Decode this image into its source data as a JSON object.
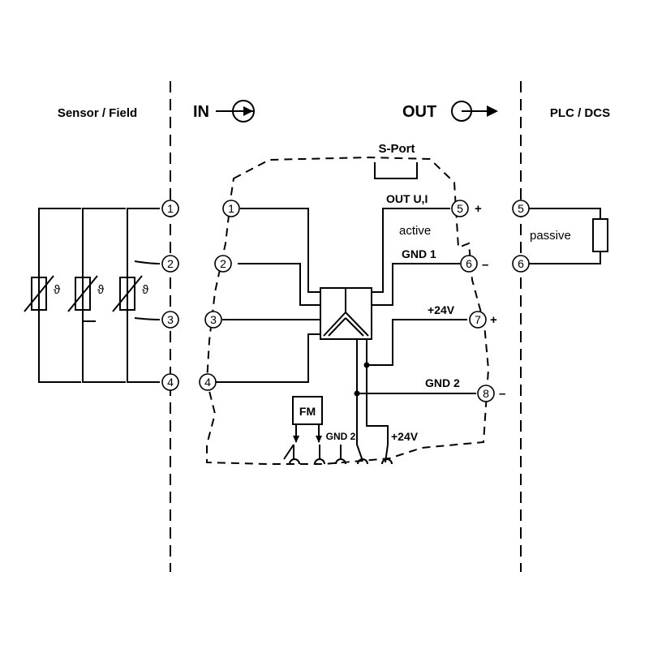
{
  "zones": {
    "sensor_field": "Sensor / Field",
    "in": "IN",
    "out": "OUT",
    "plc_dcs": "PLC / DCS"
  },
  "module": {
    "s_port": "S-Port",
    "out_ui": "OUT U,I",
    "active": "active",
    "gnd1": "GND 1",
    "plus24_out": "+24V",
    "gnd2": "GND 2",
    "fm": "FM",
    "gnd2_bus": "GND 2",
    "plus24_bus": "+24V"
  },
  "plc": {
    "passive": "passive"
  },
  "polarity": {
    "plus": "+",
    "minus": "–"
  },
  "sensor_symbol": "ϑ",
  "terminals": {
    "field": [
      "1",
      "2",
      "3",
      "4"
    ],
    "module_in": [
      "1",
      "2",
      "3",
      "4"
    ],
    "module_out": [
      "5",
      "6",
      "7",
      "8"
    ],
    "plc": [
      "5",
      "6"
    ]
  }
}
